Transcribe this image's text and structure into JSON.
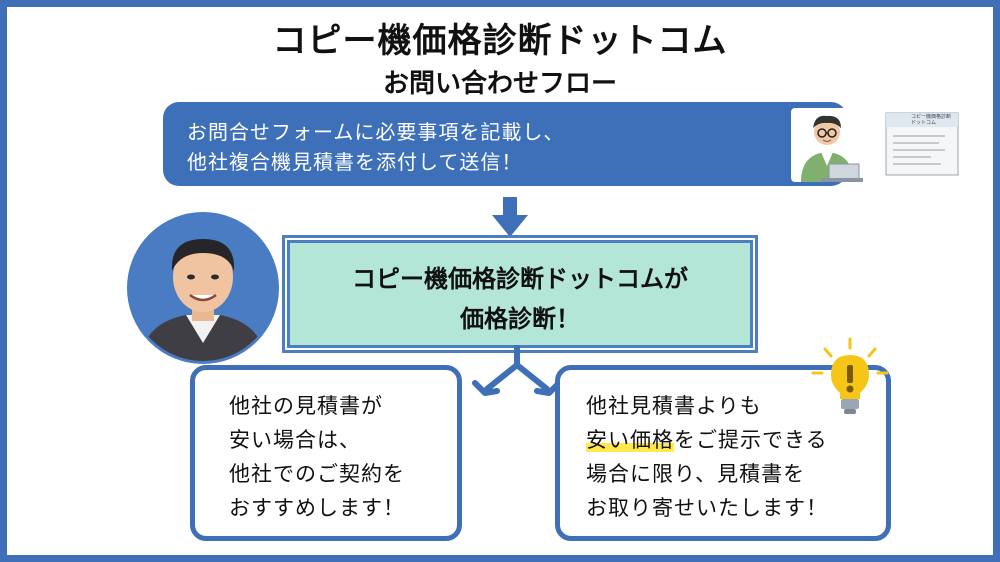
{
  "title": "コピー機価格診断ドットコム",
  "subtitle": "お問い合わせフロー",
  "step1": {
    "line1": "お問合せフォームに必要事項を記載し、",
    "line2": "他社複合機見積書を添付して送信！",
    "doc_label1": "コピー機価格診断",
    "doc_label2": "ドットコム"
  },
  "step2": {
    "line1": "コピー機価格診断ドットコムが",
    "line2": "価格診断！"
  },
  "left_box": {
    "line1": "他社の見積書が",
    "line2": "安い場合は、",
    "line3": "他社でのご契約を",
    "line4": "おすすめします！"
  },
  "right_box": {
    "line1": "他社見積書よりも",
    "line2_highlight": "安い価格",
    "line2_rest": "をご提示できる",
    "line3": "場合に限り、見積書を",
    "line4": "お取り寄せいたします！"
  },
  "colors": {
    "frame": "#3f6fb6",
    "step1_bg": "#3e70b9",
    "step2_bg": "#b4e6d8",
    "highlight": "#ffe94d",
    "bulb": "#f5c518"
  }
}
